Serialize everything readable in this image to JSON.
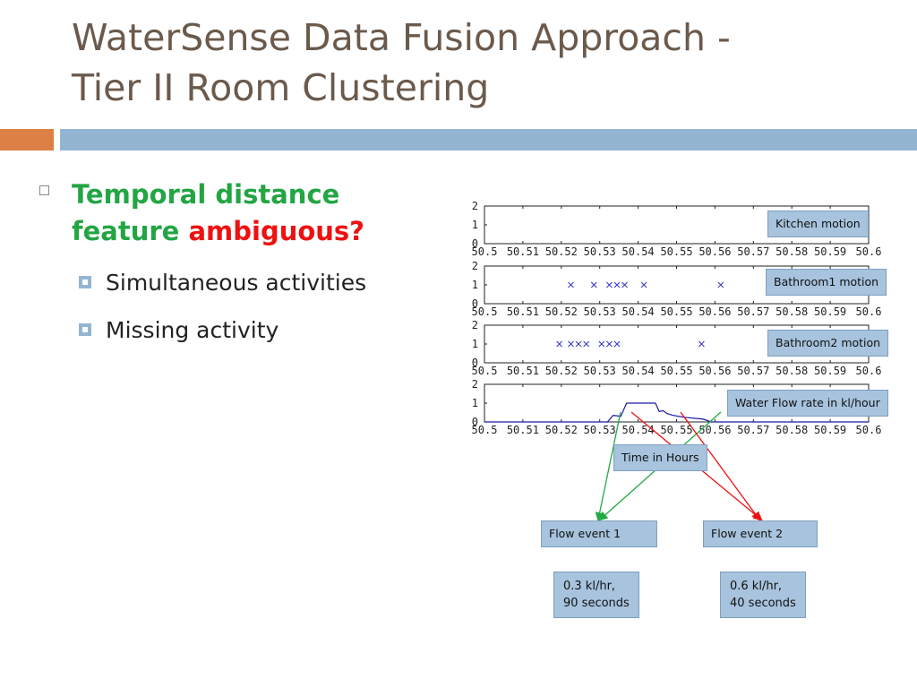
{
  "slide": {
    "title_line1": "WaterSense Data Fusion Approach -",
    "title_line2": "Tier II Room Clustering"
  },
  "bullets": {
    "main_part1": "Temporal distance",
    "main_part2": "feature",
    "main_emphasis": "ambiguous?",
    "sub1": "Simultaneous activities",
    "sub2": "Missing activity"
  },
  "labels": {
    "kitchen": "Kitchen motion",
    "bath1": "Bathroom1 motion",
    "bath2": "Bathroom2 motion",
    "flow": "Water Flow rate in kl/hour",
    "time": "Time in Hours",
    "event1": "Flow event 1",
    "event2": "Flow event 2",
    "event1_value_line1": "0.3 kl/hr,",
    "event1_value_line2": "90 seconds",
    "event2_value_line1": "0.6 kl/hr,",
    "event2_value_line2": "40 seconds"
  },
  "colors": {
    "green_arrow": "#22aa44",
    "red_arrow": "#ee1111",
    "marker": "#3a3ad0",
    "flow_line": "#1a1aa8"
  },
  "chart_data": {
    "type": "scatter",
    "xlim": [
      50.5,
      50.6
    ],
    "ylim": [
      0,
      2
    ],
    "x_ticks": [
      "50.5",
      "50.51",
      "50.52",
      "50.53",
      "50.54",
      "50.55",
      "50.56",
      "50.57",
      "50.58",
      "50.59",
      "50.6"
    ],
    "y_ticks": [
      "0",
      "1",
      "2"
    ],
    "panels": [
      {
        "name": "Kitchen motion",
        "kind": "scatter",
        "x": [],
        "y": []
      },
      {
        "name": "Bathroom1 motion",
        "kind": "scatter",
        "x": [
          50.5225,
          50.5285,
          50.5325,
          50.5345,
          50.5365,
          50.5415,
          50.5615
        ],
        "y": [
          1,
          1,
          1,
          1,
          1,
          1,
          1
        ]
      },
      {
        "name": "Bathroom2 motion",
        "kind": "scatter",
        "x": [
          50.5195,
          50.5225,
          50.5245,
          50.5265,
          50.5305,
          50.5325,
          50.5345,
          50.5565
        ],
        "y": [
          1,
          1,
          1,
          1,
          1,
          1,
          1,
          1
        ]
      },
      {
        "name": "Water Flow rate in kl/hour",
        "kind": "line",
        "x": [
          50.5,
          50.532,
          50.5335,
          50.5355,
          50.537,
          50.5445,
          50.5455,
          50.5465,
          50.5475,
          50.549,
          50.552,
          50.557,
          50.559,
          50.6
        ],
        "y": [
          0,
          0,
          0.35,
          0.3,
          1.0,
          1.0,
          0.55,
          0.6,
          0.45,
          0.35,
          0.25,
          0.15,
          0,
          0
        ]
      }
    ],
    "xlabel": "Time in Hours"
  }
}
